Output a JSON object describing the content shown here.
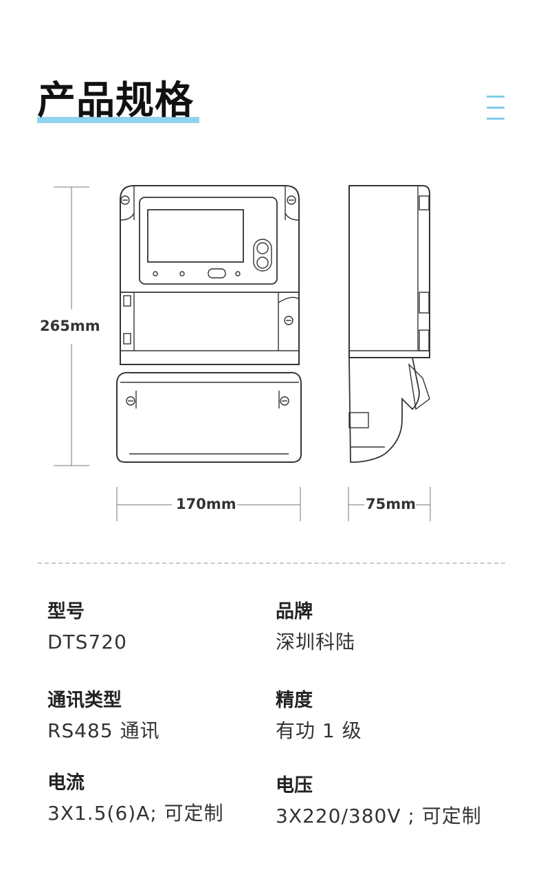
{
  "page_title": "产品规格",
  "dimensions": {
    "height": "265mm",
    "width": "170mm",
    "depth": "75mm"
  },
  "specs": [
    {
      "label": "型号",
      "value": "DTS720"
    },
    {
      "label": "品牌",
      "value": "深圳科陆"
    },
    {
      "label": "通讯类型",
      "value": "RS485 通讯"
    },
    {
      "label": "精度",
      "value": "有功 1 级"
    },
    {
      "label": "电流",
      "value": "3X1.5(6)A; 可定制"
    },
    {
      "label": "电压",
      "value": "3X220/380V ; 可定制"
    }
  ],
  "colors": {
    "accent": "#8fd3ef",
    "menu_icon": "#7fcdec"
  }
}
